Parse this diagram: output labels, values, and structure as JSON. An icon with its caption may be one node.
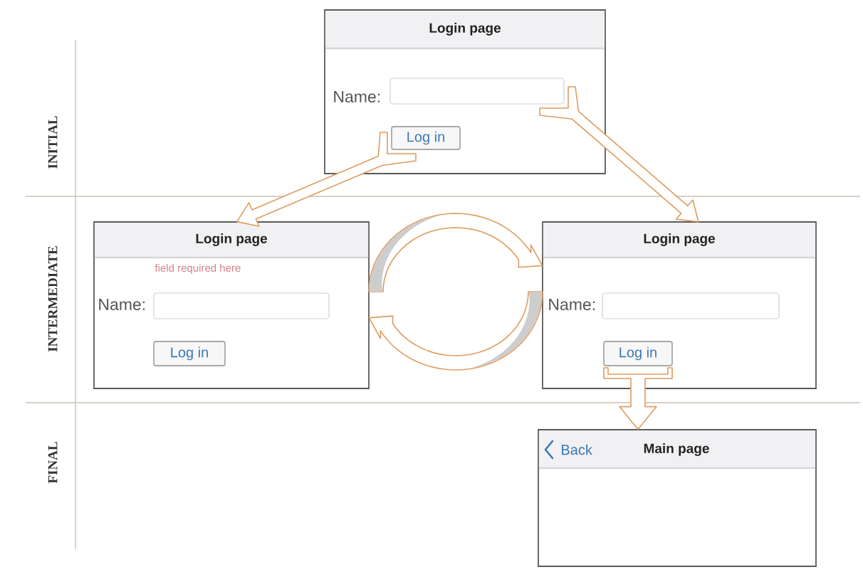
{
  "diagram": {
    "nodes": [
      {
        "text": [
          "Login page",
          "Name:"
        ]
      },
      {
        "text": [],
        "shape": "box",
        "in": 0
      },
      {
        "text": [
          "Log in"
        ],
        "in": 0
      },
      {
        "text": [
          "Login page",
          "field required here",
          "Name:"
        ]
      },
      {
        "text": [],
        "shape": "box",
        "in": 3
      },
      {
        "text": [
          "Log in"
        ],
        "in": 3
      },
      {
        "text": [
          "Login page",
          "Name:"
        ]
      },
      {
        "text": [],
        "shape": "box",
        "in": 6
      },
      {
        "text": [
          "Log in"
        ],
        "in": 6
      },
      {
        "text": [
          "Back",
          "Main page"
        ]
      }
    ],
    "edges": [
      {
        "from": 2,
        "to": 3,
        "arrow": "to"
      },
      {
        "from": 1,
        "to": 6,
        "arrow": "to"
      },
      {
        "from": 3,
        "to": 6,
        "arrow": "to"
      },
      {
        "from": 6,
        "to": 3,
        "arrow": "to"
      },
      {
        "from": 8,
        "to": 9,
        "arrow": "to"
      }
    ],
    "labels": [
      "INITIAL",
      "INTERMEDIATE",
      "FINAL"
    ]
  }
}
